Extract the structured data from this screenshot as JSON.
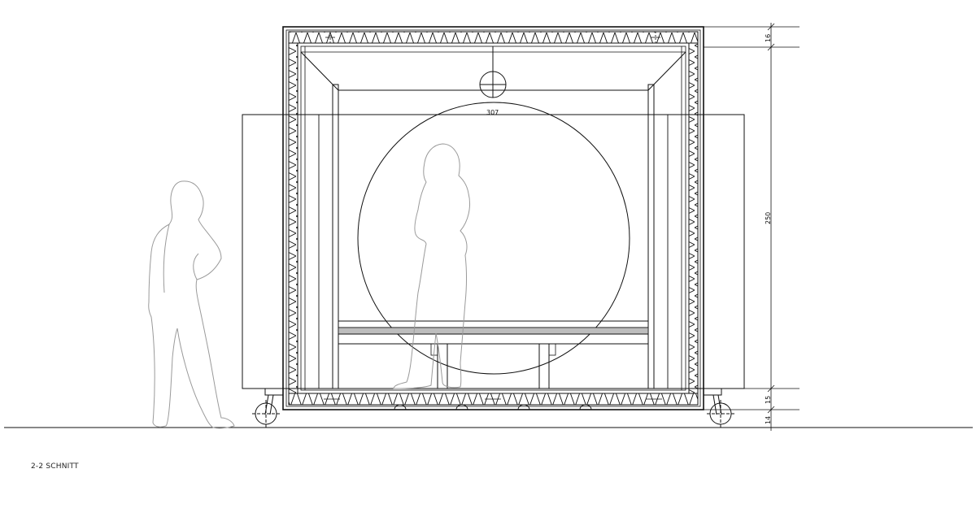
{
  "caption": "2-2 SCHNITT",
  "labels": {
    "width": "307",
    "dim_top": "16",
    "dim_height": "250",
    "dim_floor": "15",
    "dim_wheel": "14"
  }
}
